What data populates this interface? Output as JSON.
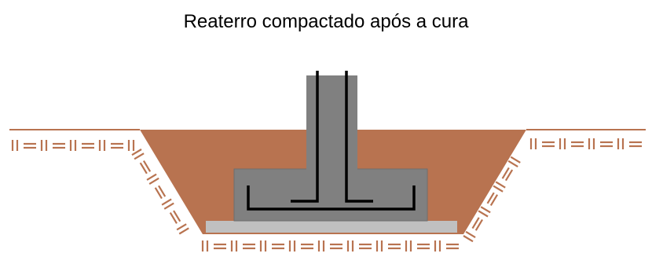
{
  "title": "Reaterro compactado após a cura",
  "colors": {
    "backfill": "#B87350",
    "soil_line": "#B87350",
    "concrete": "#808080",
    "concrete_edge": "#6e6e6e",
    "lean_concrete": "#C0C0C0",
    "rebar": "#000000",
    "soil_hatch": "#B87350"
  },
  "elements": [
    "soil-hatching",
    "backfill",
    "lean-concrete-slab",
    "footing-base",
    "column",
    "rebar"
  ]
}
